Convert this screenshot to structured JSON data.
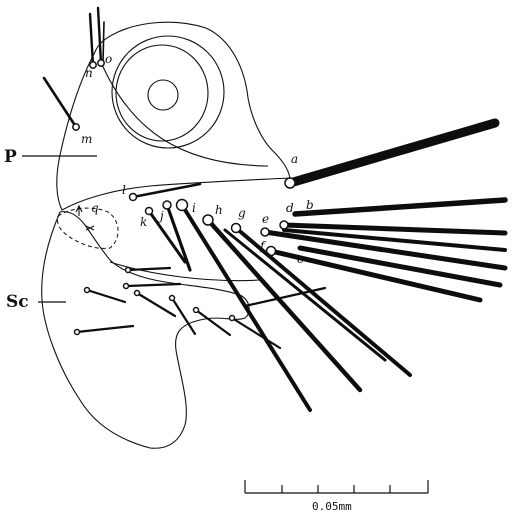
{
  "figure": {
    "labels": {
      "P": "P",
      "Sc": "Sc",
      "a": "a",
      "b": "b",
      "c": "c",
      "d": "d",
      "e": "e",
      "f": "f",
      "g": "g",
      "h": "h",
      "i": "i",
      "j": "j",
      "k": "k",
      "l": "l",
      "m": "m",
      "n": "n",
      "o": "o",
      "q": "q"
    },
    "scale_bar": {
      "label": "0.05mm"
    }
  }
}
